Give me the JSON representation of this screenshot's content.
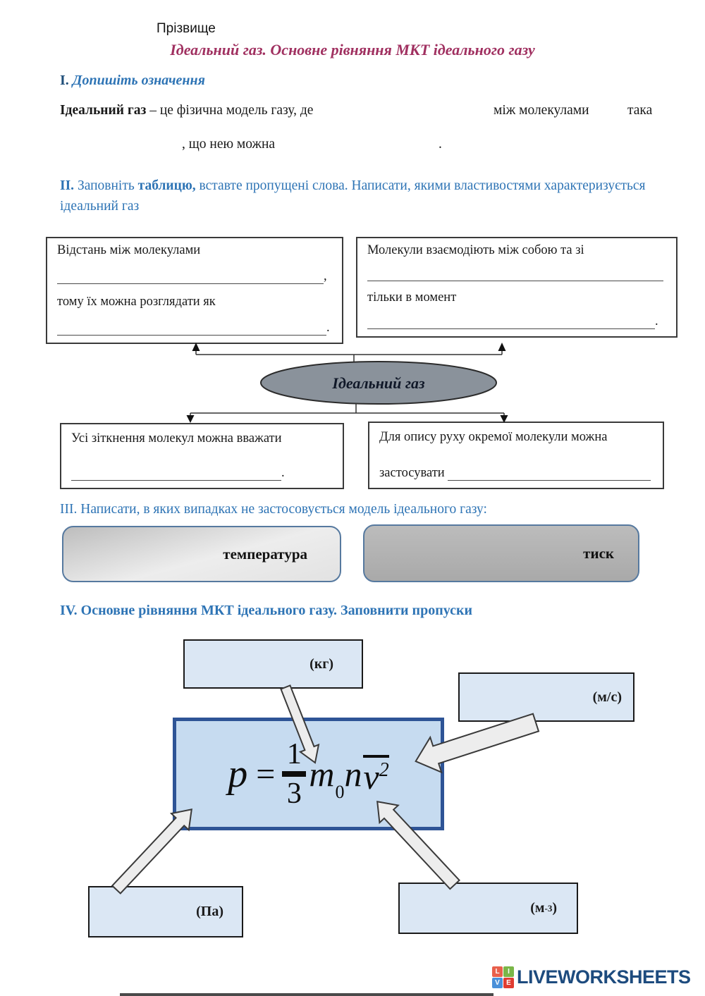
{
  "page": {
    "surname_label": "Прізвище",
    "title": "Ідеальний газ. Основне рівняння МКТ ідеального газу"
  },
  "section1": {
    "numeral": "І.",
    "heading": "Допишіть означення",
    "def_bold": "Ідеальний газ",
    "def_rest": " – це фізична модель газу, де",
    "def_mid": "між молекулами",
    "def_tail": "така",
    "line2_start": ", що  нею можна",
    "line2_end": "."
  },
  "section2": {
    "numeral": "ІІ.",
    "h_part1": " Заповніть ",
    "h_bold": "таблицю,",
    "h_part2": " вставте пропущені слова.",
    "h_part3": " Написати, якими властивостями характеризується ідеальний газ",
    "box_top_left": {
      "line1": "Відстань між молекулами",
      "blank1_suffix": ",",
      "line2": "тому їх можна розглядати як",
      "blank2_suffix": "."
    },
    "box_top_right": {
      "line1": "Молекули взаємодіють між  собою та зі",
      "line2": "тільки в момент",
      "blank2_suffix": "."
    },
    "ellipse_label": "Ідеальний газ",
    "box_bottom_left": {
      "line1": "Усі зіткнення молекул можна вважати",
      "blank1_suffix": " ."
    },
    "box_bottom_right": {
      "line1": "Для опису руху окремої молекули можна",
      "line2_prefix": "застосувати"
    }
  },
  "section3": {
    "heading": "ІІІ. Написати, в яких випадках не застосовується модель ідеального газу:",
    "button_left": "температура",
    "button_right": "тиск"
  },
  "section4": {
    "heading": "IV. Основне рівняння МКТ ідеального газу. Заповнити пропуски",
    "label_kg": "(кг)",
    "label_ms": "(м/с)",
    "label_pa": "(Па)",
    "label_m3_open": "(м",
    "label_m3_sup": "-3",
    "label_m3_close": ")",
    "formula": {
      "lhs": "p",
      "eq": "=",
      "numerator": "1",
      "denominator": "3",
      "m": "m",
      "m_sub": "0",
      "n": "n",
      "v": "v",
      "v_sup": "2"
    }
  },
  "footer": {
    "logo_letters": {
      "l1": "L",
      "l2": "I",
      "l3": "V",
      "l4": "E"
    },
    "logo_text": "LIVEWORKSHEETS"
  },
  "colors": {
    "title": "#a03060",
    "heading_blue": "#2e74b5",
    "numeral_navy": "#1f4e79",
    "unit_box_fill": "#dbe7f4",
    "formula_box_fill": "#c6dbf0",
    "formula_box_border": "#2e5496",
    "ellipse_fill": "#8a929b",
    "logo_navy": "#1d4b7e"
  }
}
